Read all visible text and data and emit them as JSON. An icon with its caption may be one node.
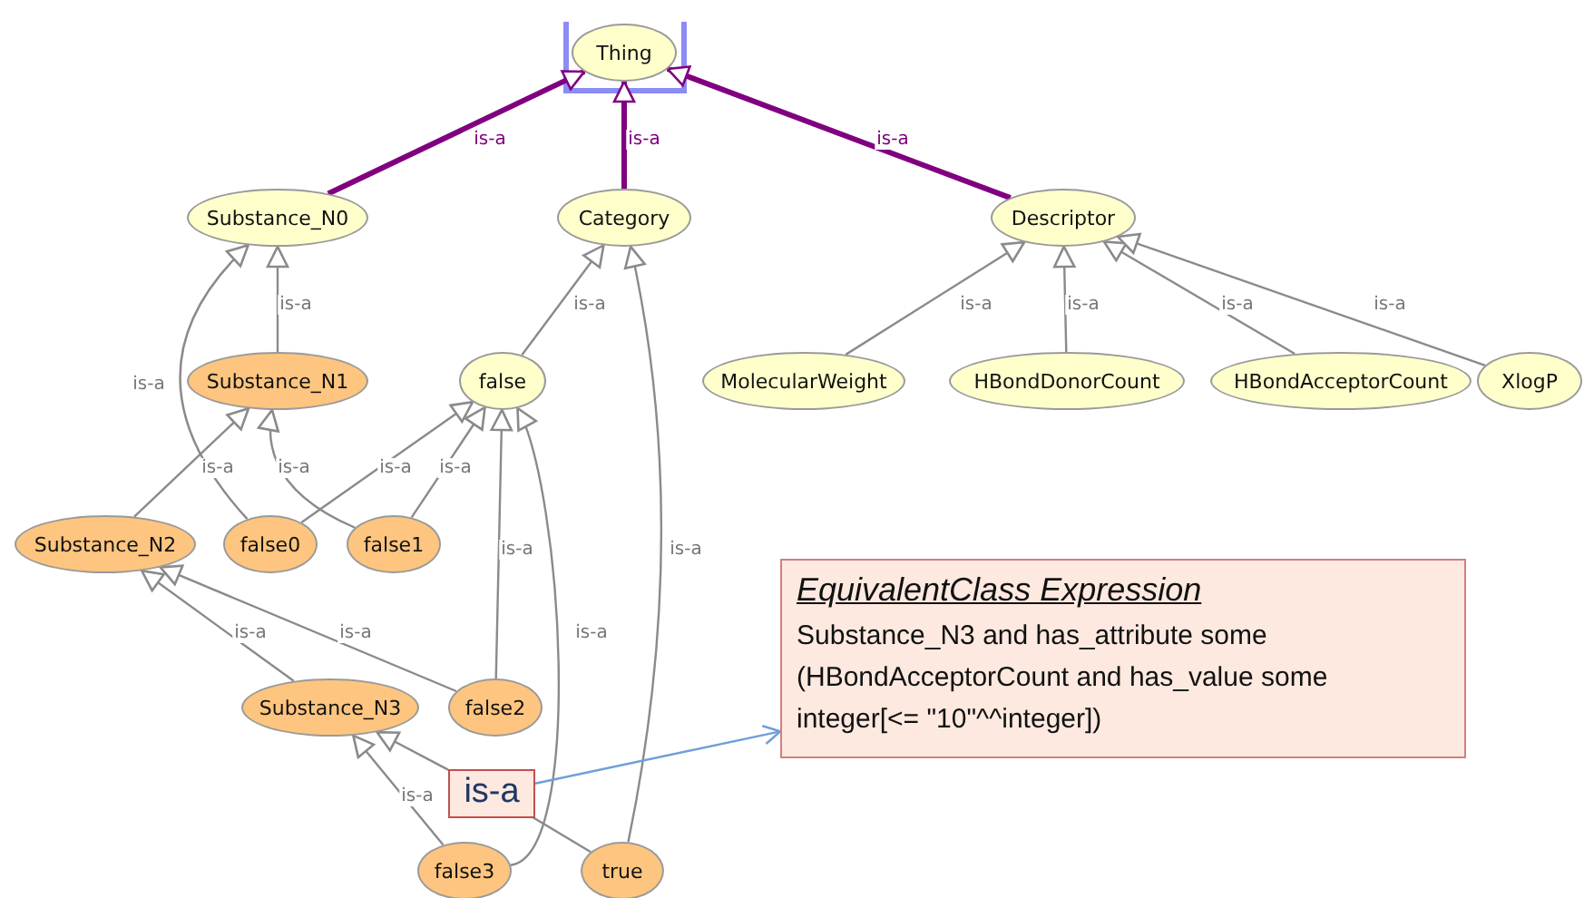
{
  "diagram": {
    "nodes": [
      {
        "text": [
          "Thing"
        ]
      },
      {
        "text": [
          "Substance_N0"
        ]
      },
      {
        "text": [
          "Category"
        ]
      },
      {
        "text": [
          "Descriptor"
        ]
      },
      {
        "text": [
          "Substance_N1"
        ]
      },
      {
        "text": [
          "false"
        ]
      },
      {
        "text": [
          "MolecularWeight"
        ]
      },
      {
        "text": [
          "HBondDonorCount"
        ]
      },
      {
        "text": [
          "HBondAcceptorCount"
        ]
      },
      {
        "text": [
          "XlogP"
        ]
      },
      {
        "text": [
          "Substance_N2"
        ]
      },
      {
        "text": [
          "false0"
        ]
      },
      {
        "text": [
          "false1"
        ]
      },
      {
        "text": [
          "Substance_N3"
        ]
      },
      {
        "text": [
          "false2"
        ]
      },
      {
        "text": [
          "is-a"
        ]
      },
      {
        "text": [
          "EquivalentClass Expression",
          "Substance_N3 and has_attribute some (HBondAcceptorCount  and has_value some integer[<= \"10\"^^integer])"
        ]
      },
      {
        "text": [
          "false3"
        ]
      },
      {
        "text": [
          "true"
        ]
      }
    ],
    "edges": [
      {
        "from": 1,
        "to": 0,
        "arrow": "to",
        "label": "is-a",
        "style": "thick",
        "color": "#800080"
      },
      {
        "from": 2,
        "to": 0,
        "arrow": "to",
        "label": "is-a",
        "style": "thick",
        "color": "#800080"
      },
      {
        "from": 3,
        "to": 0,
        "arrow": "to",
        "label": "is-a",
        "style": "thick",
        "color": "#800080"
      },
      {
        "from": 4,
        "to": 1,
        "arrow": "to",
        "label": "is-a"
      },
      {
        "from": 11,
        "to": 1,
        "arrow": "to",
        "label": "is-a"
      },
      {
        "from": 5,
        "to": 2,
        "arrow": "to",
        "label": "is-a"
      },
      {
        "from": 18,
        "to": 2,
        "arrow": "to",
        "label": "is-a"
      },
      {
        "from": 6,
        "to": 3,
        "arrow": "to",
        "label": "is-a"
      },
      {
        "from": 7,
        "to": 3,
        "arrow": "to",
        "label": "is-a"
      },
      {
        "from": 8,
        "to": 3,
        "arrow": "to",
        "label": "is-a"
      },
      {
        "from": 9,
        "to": 3,
        "arrow": "to",
        "label": "is-a"
      },
      {
        "from": 10,
        "to": 4,
        "arrow": "to",
        "label": "is-a"
      },
      {
        "from": 12,
        "to": 4,
        "arrow": "to",
        "label": "is-a"
      },
      {
        "from": 11,
        "to": 5,
        "arrow": "to",
        "label": "is-a"
      },
      {
        "from": 12,
        "to": 5,
        "arrow": "to",
        "label": "is-a"
      },
      {
        "from": 14,
        "to": 5,
        "arrow": "to",
        "label": "is-a"
      },
      {
        "from": 17,
        "to": 5,
        "arrow": "to",
        "label": "is-a"
      },
      {
        "from": 13,
        "to": 10,
        "arrow": "to",
        "label": "is-a"
      },
      {
        "from": 14,
        "to": 10,
        "arrow": "to",
        "label": "is-a"
      },
      {
        "from": 17,
        "to": 13,
        "arrow": "to",
        "label": "is-a"
      },
      {
        "from": 18,
        "to": 15,
        "arrow": "none"
      },
      {
        "from": 15,
        "to": 13,
        "arrow": "to"
      },
      {
        "from": 15,
        "to": 16,
        "arrow": "to",
        "color": "#6f9fd8"
      }
    ]
  }
}
